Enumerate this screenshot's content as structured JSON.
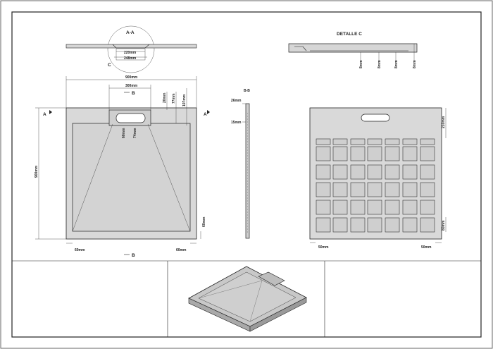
{
  "section_aa": {
    "title": "A-A",
    "callout": "C",
    "dim_top": "220mm",
    "dim_bottom": "248mm"
  },
  "detail_c": {
    "title": "DETALLE C",
    "dims": [
      "8mm",
      "8mm",
      "8mm",
      "8mm"
    ]
  },
  "top_view": {
    "width": "900mm",
    "channel": "300mm",
    "height": "900mm",
    "channel_depth": "20mm",
    "depth_77": "77mm",
    "depth_107": "107mm",
    "drain_h": "60mm",
    "drain_w": "74mm",
    "border_left": "60mm",
    "border_right": "60mm",
    "border_bottom": "60mm",
    "cut_b": "B",
    "cut_a": "A"
  },
  "section_bb": {
    "title": "B-B",
    "dim_top": "26mm",
    "dim_mid": "15mm"
  },
  "bottom_view": {
    "dim_top": "210mm",
    "dim_left": "50mm",
    "dim_right": "50mm",
    "dim_side": "80mm"
  }
}
